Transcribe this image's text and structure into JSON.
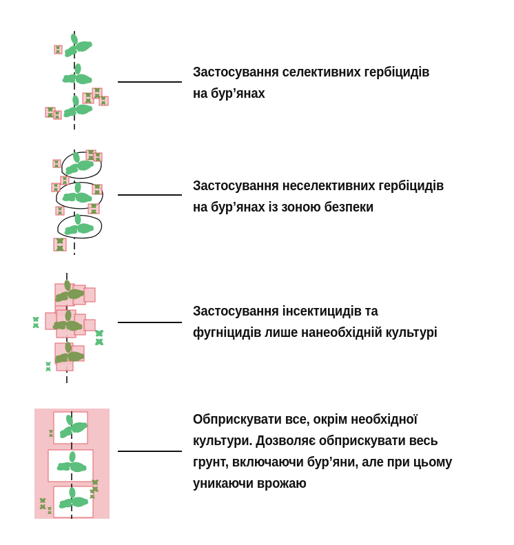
{
  "colors": {
    "leaf": "#5cbf7d",
    "leaf_sprayed": "#7f9a55",
    "weed": "#6d9a4a",
    "spray_fill": "#f4c4c8",
    "spray_stroke": "#e0606a",
    "line": "#111111"
  },
  "rows": [
    {
      "lines": [
        "Застосування селективних гербіцидів",
        "на бур’янах"
      ]
    },
    {
      "lines": [
        "Застосування неселективних гербіцидів",
        "на бур’янах із зоною безпеки"
      ]
    },
    {
      "lines": [
        "Застосування інсектицидів та",
        "фугніцидів лише нанеобхідній культурі"
      ]
    },
    {
      "lines": [
        "Обприскувати все, окрім необхідної",
        "культури. Дозволяє обприскувати весь",
        "грунт, включаючи бур’яни, але при цьому",
        "уникаючи врожаю"
      ]
    }
  ]
}
